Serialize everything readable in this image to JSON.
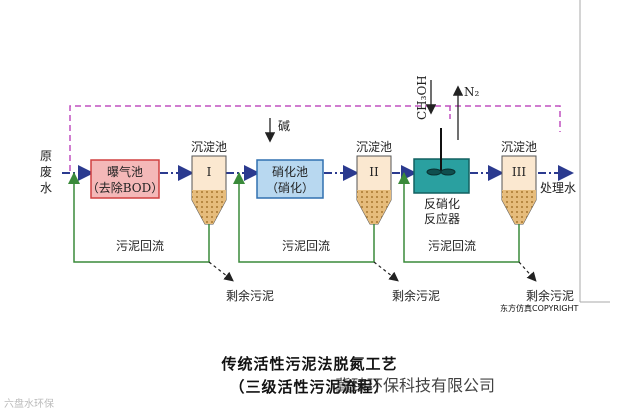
{
  "labels": {
    "raw_water": "原\n废\n水",
    "aeration_tank": "曝气池",
    "aeration_tank_sub": "（去除BOD）",
    "settling_1": "沉淀池",
    "settling_2": "沉淀池",
    "settling_3": "沉淀池",
    "roman_1": "I",
    "roman_2": "II",
    "roman_3": "III",
    "alkali": "碱",
    "nitrification_tank": "硝化池",
    "nitrification_tank_sub": "（硝化）",
    "methanol": "CH₃OH",
    "nitrogen": "N₂",
    "denitrification_reactor_line1": "反硝化",
    "denitrification_reactor_line2": "反应器",
    "treated_water": "处理水",
    "sludge_return_1": "污泥回流",
    "sludge_return_2": "污泥回流",
    "sludge_return_3": "污泥回流",
    "excess_sludge_1": "剩余污泥",
    "excess_sludge_2": "剩余污泥",
    "excess_sludge_3": "剩余污泥"
  },
  "copyright": "东方仿真COPYRIGHT",
  "title_line1": "传统活性污泥法脱氮工艺",
  "title_line2": "（三级活性污泥流程）",
  "watermark_company": "冀臻环保科技有限公司",
  "watermark_left": "六盘水环保",
  "colors": {
    "flow_line": "#2b3a8f",
    "bypass_line": "#c050c0",
    "return_line": "#3a8a3a",
    "aeration_fill": "#f4b8b8",
    "aeration_border": "#d04040",
    "nitrification_fill": "#b8d8f0",
    "nitrification_border": "#3070b0",
    "reactor_fill": "#2aa0a0",
    "tank_fill": "#fbe8d0",
    "sludge_fill": "#e0b070"
  }
}
